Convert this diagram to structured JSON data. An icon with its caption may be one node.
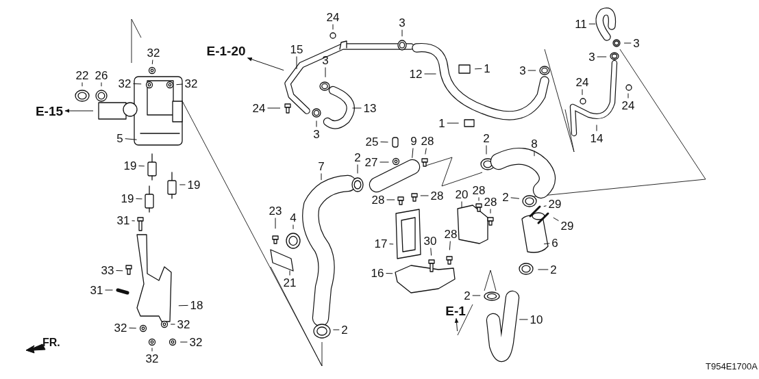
{
  "diagram": {
    "nodes": [
      {
        "text": [
          "32"
        ]
      },
      {
        "text": [
          "32"
        ]
      },
      {
        "text": [
          "32"
        ]
      },
      {
        "text": [
          "22"
        ]
      },
      {
        "text": [
          "26"
        ]
      },
      {
        "text": [
          "5"
        ]
      },
      {
        "text": [
          "19"
        ]
      },
      {
        "text": [
          "19"
        ]
      },
      {
        "text": [
          "19"
        ]
      },
      {
        "text": [
          "31"
        ]
      },
      {
        "text": [
          "33"
        ]
      },
      {
        "text": [
          "31"
        ]
      },
      {
        "text": [
          "18"
        ]
      },
      {
        "text": [
          "32"
        ]
      },
      {
        "text": [
          "32"
        ]
      },
      {
        "text": [
          "32"
        ]
      },
      {
        "text": [
          "32"
        ]
      },
      {
        "text": [
          "24"
        ]
      },
      {
        "text": [
          "15"
        ]
      },
      {
        "text": [
          "3"
        ]
      },
      {
        "text": [
          "24"
        ]
      },
      {
        "text": [
          "3"
        ]
      },
      {
        "text": [
          "13"
        ]
      },
      {
        "text": [
          "3"
        ]
      },
      {
        "text": [
          "12"
        ]
      },
      {
        "text": [
          "1"
        ]
      },
      {
        "text": [
          "1"
        ]
      },
      {
        "text": [
          "11"
        ]
      },
      {
        "text": [
          "3"
        ]
      },
      {
        "text": [
          "3"
        ]
      },
      {
        "text": [
          "3"
        ]
      },
      {
        "text": [
          "24"
        ]
      },
      {
        "text": [
          "24"
        ]
      },
      {
        "text": [
          "14"
        ]
      },
      {
        "text": [
          "25"
        ]
      },
      {
        "text": [
          "27"
        ]
      },
      {
        "text": [
          "9"
        ]
      },
      {
        "text": [
          "28"
        ]
      },
      {
        "text": [
          "2"
        ]
      },
      {
        "text": [
          "7"
        ]
      },
      {
        "text": [
          "2"
        ]
      },
      {
        "text": [
          "8"
        ]
      },
      {
        "text": [
          "28"
        ]
      },
      {
        "text": [
          "28"
        ]
      },
      {
        "text": [
          "20"
        ]
      },
      {
        "text": [
          "28"
        ]
      },
      {
        "text": [
          "28"
        ]
      },
      {
        "text": [
          "2"
        ]
      },
      {
        "text": [
          "29"
        ]
      },
      {
        "text": [
          "29"
        ]
      },
      {
        "text": [
          "23"
        ]
      },
      {
        "text": [
          "4"
        ]
      },
      {
        "text": [
          "17"
        ]
      },
      {
        "text": [
          "6"
        ]
      },
      {
        "text": [
          "30"
        ]
      },
      {
        "text": [
          "28"
        ]
      },
      {
        "text": [
          "21"
        ]
      },
      {
        "text": [
          "16"
        ]
      },
      {
        "text": [
          "2"
        ]
      },
      {
        "text": [
          "2"
        ]
      },
      {
        "text": [
          "10"
        ]
      },
      {
        "text": [
          "2"
        ]
      },
      {
        "text": [
          "E-15"
        ]
      },
      {
        "text": [
          "E-1-20"
        ]
      },
      {
        "text": [
          "E-1"
        ]
      }
    ],
    "edges": [
      {
        "from": 0,
        "to": null,
        "arrow": "none"
      },
      {
        "from": 1,
        "to": null,
        "arrow": "none"
      },
      {
        "from": 2,
        "to": null,
        "arrow": "none"
      },
      {
        "from": 3,
        "to": null,
        "arrow": "none"
      },
      {
        "from": 4,
        "to": null,
        "arrow": "none"
      },
      {
        "from": 5,
        "to": null,
        "arrow": "none"
      },
      {
        "from": 6,
        "to": null,
        "arrow": "none"
      },
      {
        "from": 7,
        "to": null,
        "arrow": "none"
      },
      {
        "from": 8,
        "to": null,
        "arrow": "none"
      },
      {
        "from": 9,
        "to": null,
        "arrow": "none"
      },
      {
        "from": 10,
        "to": null,
        "arrow": "none"
      },
      {
        "from": 11,
        "to": null,
        "arrow": "none"
      },
      {
        "from": 12,
        "to": null,
        "arrow": "none"
      },
      {
        "from": 13,
        "to": null,
        "arrow": "none"
      },
      {
        "from": 14,
        "to": null,
        "arrow": "none"
      },
      {
        "from": 15,
        "to": null,
        "arrow": "none"
      },
      {
        "from": 16,
        "to": null,
        "arrow": "none"
      },
      {
        "from": 17,
        "to": null,
        "arrow": "none"
      },
      {
        "from": 18,
        "to": null,
        "arrow": "none"
      },
      {
        "from": 19,
        "to": null,
        "arrow": "none"
      },
      {
        "from": 20,
        "to": null,
        "arrow": "none"
      },
      {
        "from": 21,
        "to": null,
        "arrow": "none"
      },
      {
        "from": 22,
        "to": null,
        "arrow": "none"
      },
      {
        "from": 23,
        "to": null,
        "arrow": "none"
      },
      {
        "from": 24,
        "to": null,
        "arrow": "none"
      },
      {
        "from": 25,
        "to": null,
        "arrow": "none"
      },
      {
        "from": 26,
        "to": null,
        "arrow": "none"
      },
      {
        "from": 27,
        "to": null,
        "arrow": "none"
      },
      {
        "from": 28,
        "to": null,
        "arrow": "none"
      },
      {
        "from": 29,
        "to": null,
        "arrow": "none"
      },
      {
        "from": 30,
        "to": null,
        "arrow": "none"
      },
      {
        "from": 31,
        "to": null,
        "arrow": "none"
      },
      {
        "from": 32,
        "to": null,
        "arrow": "none"
      },
      {
        "from": 33,
        "to": null,
        "arrow": "none"
      },
      {
        "from": 34,
        "to": null,
        "arrow": "none"
      },
      {
        "from": 35,
        "to": null,
        "arrow": "none"
      },
      {
        "from": 36,
        "to": null,
        "arrow": "none"
      },
      {
        "from": 37,
        "to": null,
        "arrow": "none"
      },
      {
        "from": 38,
        "to": null,
        "arrow": "none"
      },
      {
        "from": 39,
        "to": null,
        "arrow": "none"
      },
      {
        "from": 40,
        "to": null,
        "arrow": "none"
      },
      {
        "from": 41,
        "to": null,
        "arrow": "none"
      },
      {
        "from": 42,
        "to": null,
        "arrow": "none"
      },
      {
        "from": 43,
        "to": null,
        "arrow": "none"
      },
      {
        "from": 44,
        "to": null,
        "arrow": "none"
      },
      {
        "from": 45,
        "to": null,
        "arrow": "none"
      },
      {
        "from": 46,
        "to": null,
        "arrow": "none"
      },
      {
        "from": 47,
        "to": null,
        "arrow": "none"
      },
      {
        "from": 48,
        "to": null,
        "arrow": "none"
      },
      {
        "from": 49,
        "to": null,
        "arrow": "none"
      },
      {
        "from": 50,
        "to": null,
        "arrow": "none"
      },
      {
        "from": 51,
        "to": null,
        "arrow": "none"
      },
      {
        "from": 52,
        "to": null,
        "arrow": "none"
      },
      {
        "from": 53,
        "to": null,
        "arrow": "none"
      },
      {
        "from": 54,
        "to": null,
        "arrow": "none"
      },
      {
        "from": 55,
        "to": null,
        "arrow": "none"
      },
      {
        "from": 56,
        "to": null,
        "arrow": "none"
      },
      {
        "from": 57,
        "to": null,
        "arrow": "none"
      },
      {
        "from": 58,
        "to": null,
        "arrow": "none"
      },
      {
        "from": 59,
        "to": null,
        "arrow": "none"
      },
      {
        "from": 60,
        "to": null,
        "arrow": "none"
      },
      {
        "from": 61,
        "to": null,
        "arrow": "none"
      },
      {
        "from": null,
        "to": 62,
        "arrow": "to"
      },
      {
        "from": null,
        "to": 63,
        "arrow": "to"
      },
      {
        "from": null,
        "to": 64,
        "arrow": "to"
      }
    ],
    "labels": [
      "FR.",
      "T954E1700A"
    ]
  }
}
